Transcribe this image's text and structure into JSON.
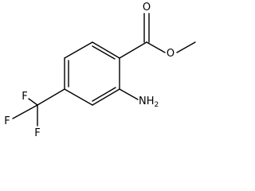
{
  "molecule": {
    "atoms": {
      "carbonyl_oxygen": "O",
      "ester_oxygen": "O",
      "amine_nitrogen": "N",
      "amine_hydrogen": "H",
      "amine_hydrogen_count": "2",
      "fluorine_top": "F",
      "fluorine_left": "F",
      "fluorine_bottom": "F"
    }
  }
}
